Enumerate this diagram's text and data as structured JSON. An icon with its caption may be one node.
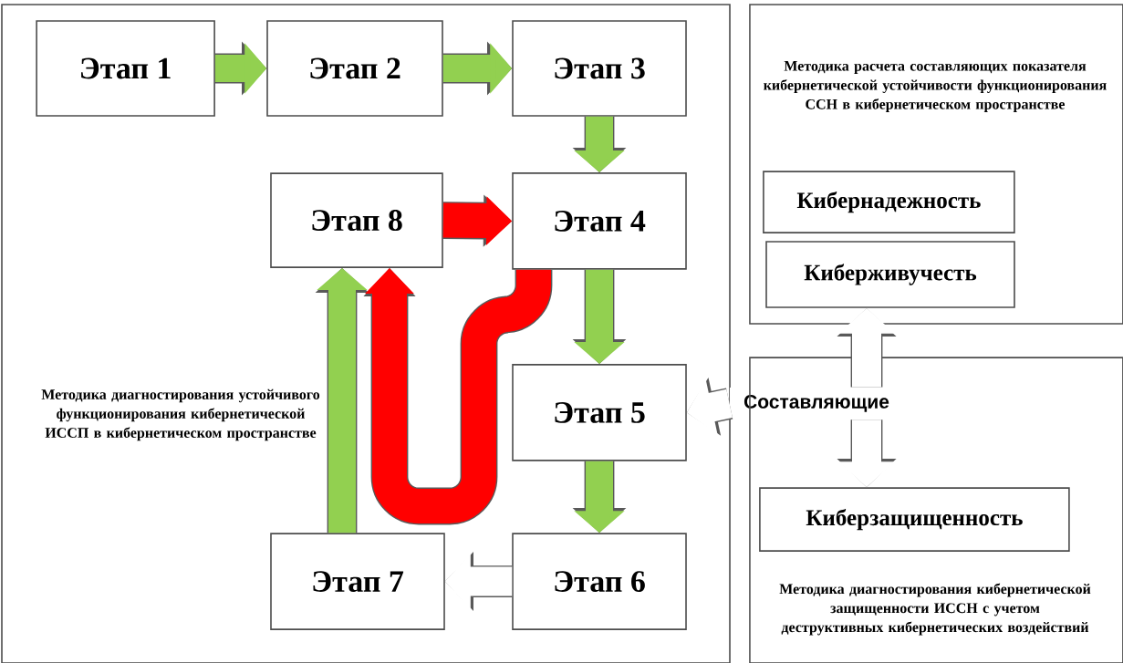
{
  "diagram": {
    "nodes": [
      {
        "text": [
          "Методика диагностирования устойчивого функционирования кибернетической ИССП в кибернетическом пространстве"
        ]
      },
      {
        "text": [
          "Этап 1"
        ],
        "in": 0
      },
      {
        "text": [
          "Этап 2"
        ],
        "in": 0
      },
      {
        "text": [
          "Этап 3"
        ],
        "in": 0
      },
      {
        "text": [
          "Этап 4"
        ],
        "in": 0
      },
      {
        "text": [
          "Этап 5"
        ],
        "in": 0
      },
      {
        "text": [
          "Этап 6"
        ],
        "in": 0
      },
      {
        "text": [
          "Этап 7"
        ],
        "in": 0
      },
      {
        "text": [
          "Этап 8"
        ],
        "in": 0
      },
      {
        "text": [
          "Методика расчета составляющих показателя кибернетической устойчивости функционирования ССН в кибернетическом пространстве"
        ]
      },
      {
        "text": [
          "Кибернадежность"
        ],
        "in": 9
      },
      {
        "text": [
          "Киберживучесть"
        ],
        "in": 9
      },
      {
        "text": [
          "Составляющие"
        ]
      },
      {
        "text": [
          "Методика диагностирования кибернетической защищенности ИССН с учетом деструктивных кибернетических воздействий"
        ]
      },
      {
        "text": [
          "Киберзащищенность"
        ],
        "in": 13
      }
    ],
    "edges": [
      {
        "from": 1,
        "to": 2,
        "arrow": "to"
      },
      {
        "from": 2,
        "to": 3,
        "arrow": "to"
      },
      {
        "from": 3,
        "to": 4,
        "arrow": "to"
      },
      {
        "from": 4,
        "to": 5,
        "arrow": "to"
      },
      {
        "from": 5,
        "to": 6,
        "arrow": "to"
      },
      {
        "from": 6,
        "to": 7,
        "arrow": "to",
        "color": "#ffffff"
      },
      {
        "from": 7,
        "to": 8,
        "arrow": "to"
      },
      {
        "from": 8,
        "to": 4,
        "arrow": "to",
        "color": "#ff0000"
      },
      {
        "from": 4,
        "to": 8,
        "arrow": "to",
        "color": "#ff0000"
      },
      {
        "from": 12,
        "to": 5,
        "arrow": "to",
        "color": "#ffffff"
      },
      {
        "from": 12,
        "to": 11,
        "arrow": "to",
        "color": "#ffffff"
      },
      {
        "from": 12,
        "to": 14,
        "arrow": "to",
        "color": "#ffffff"
      }
    ]
  }
}
